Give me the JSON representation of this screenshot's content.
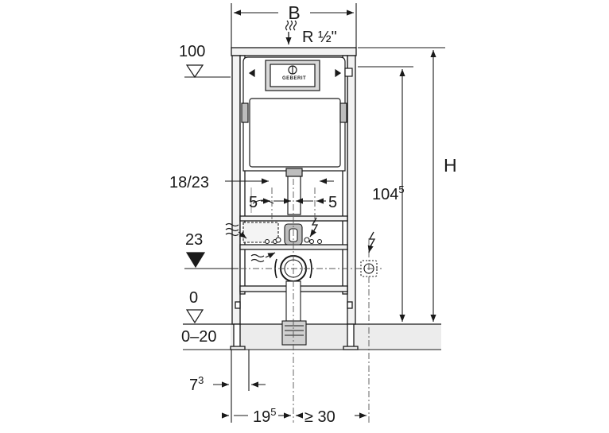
{
  "labels": {
    "width": "B",
    "water_inlet": "R ½\"",
    "height": "H",
    "level_100": "100",
    "level_23": "23",
    "level_0": "0",
    "floor_range": "0–20",
    "frame_height_base": "104",
    "frame_height_sup": "5",
    "pipe_spacing": "18/23",
    "offset_left": "5",
    "offset_right": "5",
    "edge_offset_base": "7",
    "edge_offset_sup": "3",
    "axis_offset_base": "19",
    "axis_offset_sup": "5",
    "min_distance": "≥ 30"
  },
  "brand": "GEBERIT",
  "colors": {
    "line": "#1a1a1a",
    "fill_light": "#e6e6e6",
    "fill_mid": "#bdbdbd",
    "background": "#ffffff"
  },
  "icons": [
    "water-supply-icon",
    "electrical-icon",
    "level-marker-icon"
  ]
}
